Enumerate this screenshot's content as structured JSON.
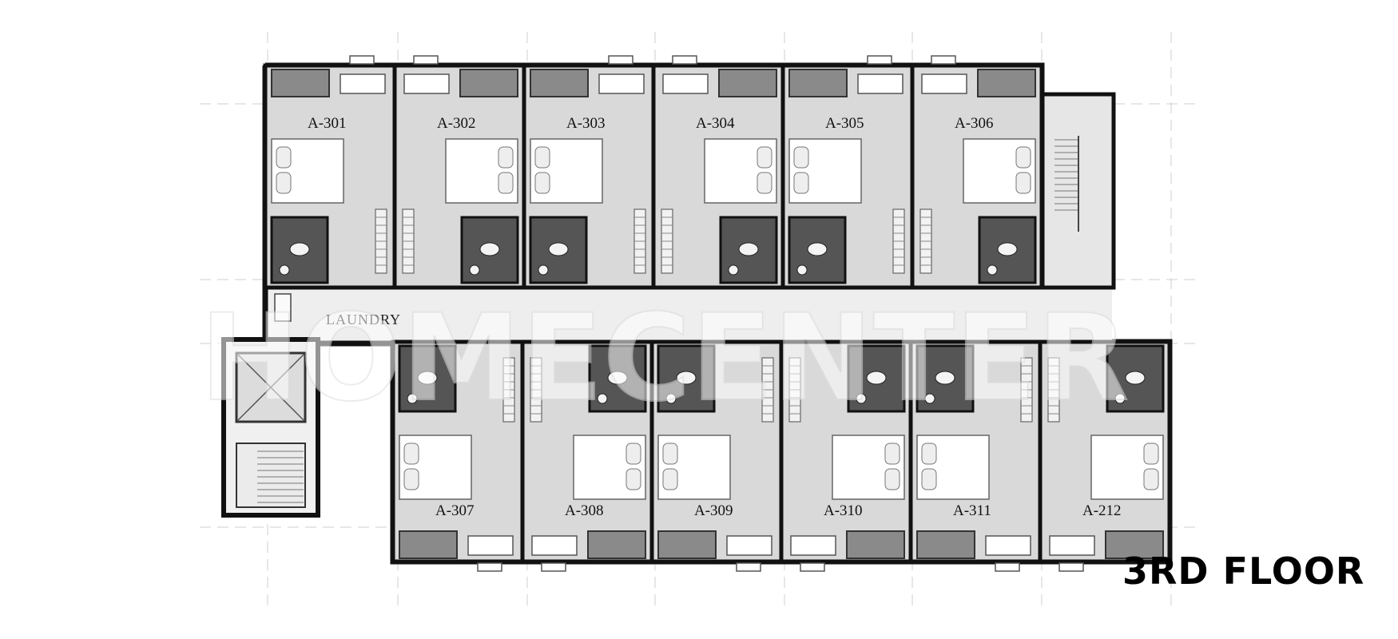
{
  "floor_title": "3RD FLOOR",
  "laundry_label": "LAUNDRY",
  "watermark": "HOMECENTER",
  "rooms_top": [
    {
      "id": "A-301",
      "bed_side": "left"
    },
    {
      "id": "A-302",
      "bed_side": "right"
    },
    {
      "id": "A-303",
      "bed_side": "left"
    },
    {
      "id": "A-304",
      "bed_side": "right"
    },
    {
      "id": "A-305",
      "bed_side": "left"
    },
    {
      "id": "A-306",
      "bed_side": "right"
    }
  ],
  "rooms_bottom": [
    {
      "id": "A-307",
      "bed_side": "left"
    },
    {
      "id": "A-308",
      "bed_side": "right"
    },
    {
      "id": "A-309",
      "bed_side": "left"
    },
    {
      "id": "A-310",
      "bed_side": "right"
    },
    {
      "id": "A-311",
      "bed_side": "left"
    },
    {
      "id": "A-212",
      "bed_side": "right"
    }
  ],
  "colors": {
    "wall": "#111111",
    "floor": "#d9d9d9",
    "bathroom": "#555555",
    "corridor": "#eeeeee",
    "furniture": "#ffffff",
    "grid": "#cfcfcf"
  }
}
